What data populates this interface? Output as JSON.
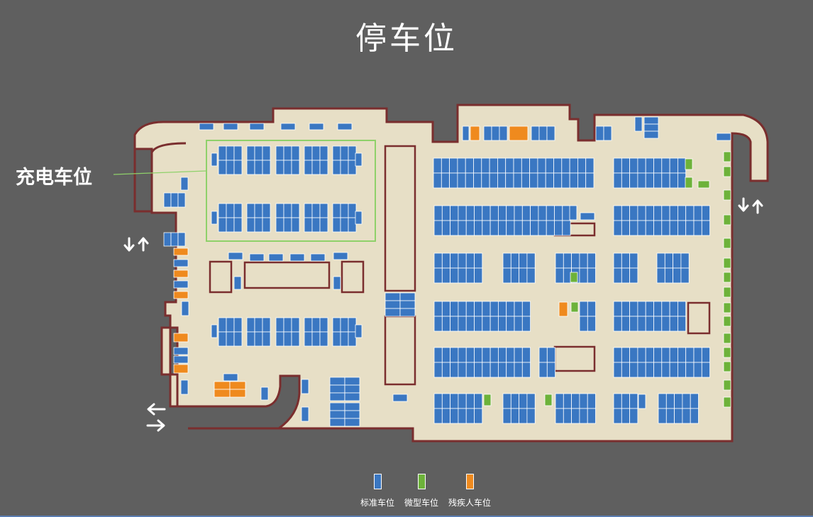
{
  "title": "停车位",
  "callout": {
    "label": "充电车位"
  },
  "colors": {
    "background": "#5f5f5f",
    "floor": "#e7dfc6",
    "wall": "#7a2e2e",
    "standard": "#3a77c2",
    "compact": "#6db23a",
    "accessible": "#ef8a1e",
    "charging_zone": "#8fd16a"
  },
  "icons": {
    "entrance_left": "down-up-arrows-icon",
    "entrance_right": "down-up-arrows-icon",
    "exit_bottom": "left-right-arrows-icon"
  },
  "legend": [
    {
      "label": "标准车位",
      "color_key": "standard",
      "name": "standard-space"
    },
    {
      "label": "微型车位",
      "color_key": "compact",
      "name": "compact-space"
    },
    {
      "label": "残疾人车位",
      "color_key": "accessible",
      "name": "accessible-space"
    }
  ]
}
